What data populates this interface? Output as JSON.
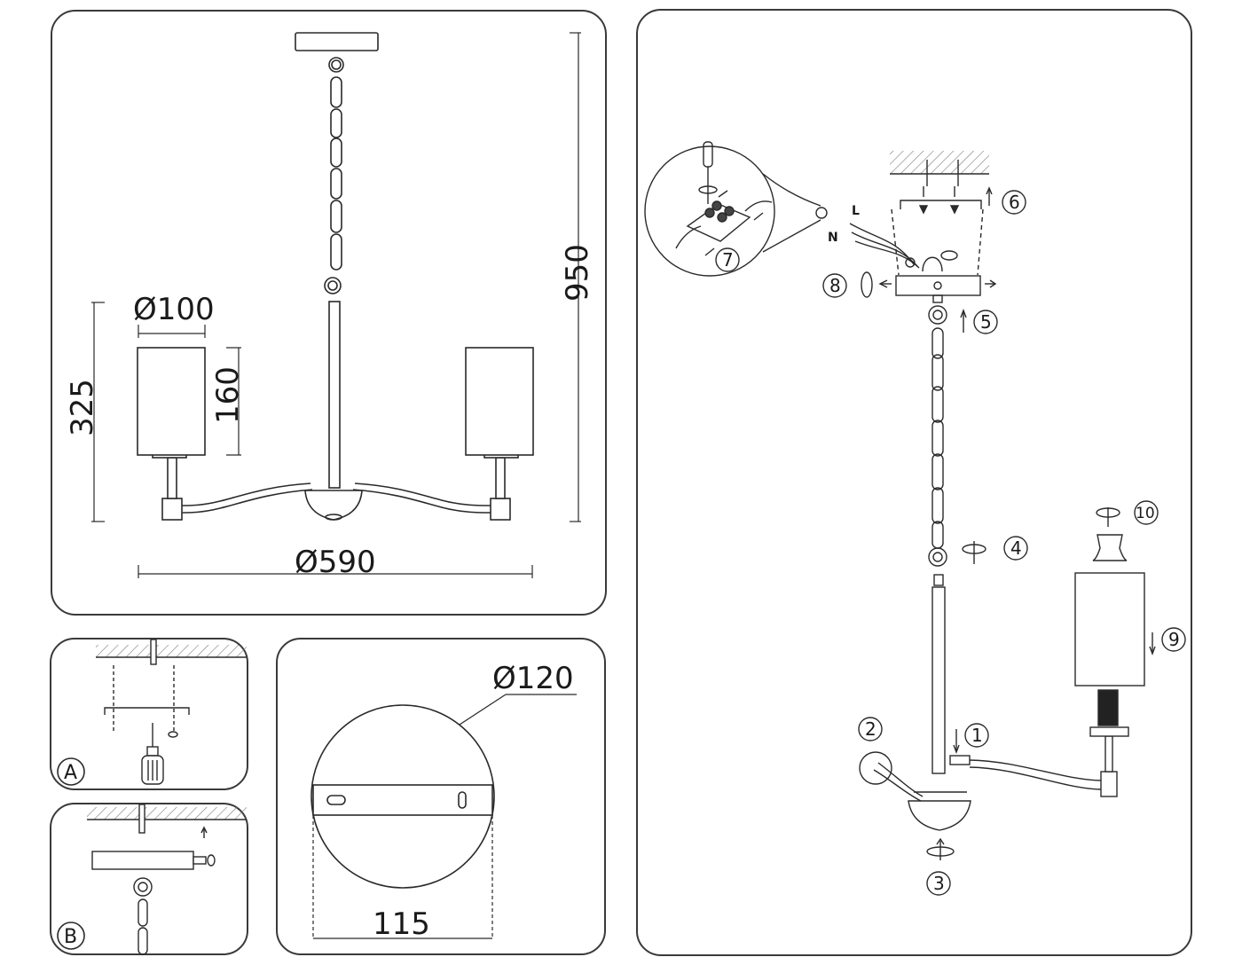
{
  "overall": {
    "dim_height": "950",
    "dim_shade_diameter": "Ø100",
    "dim_shade_height": "160",
    "dim_arm_height": "325",
    "dim_span": "Ø590"
  },
  "canopy": {
    "dim_diameter": "Ø120",
    "dim_plate_width": "115"
  },
  "mounting": {
    "label_a": "A",
    "label_b": "B"
  },
  "assembly": {
    "steps": [
      "1",
      "2",
      "3",
      "4",
      "5",
      "6",
      "7",
      "8",
      "9",
      "10"
    ],
    "wire_live": "L",
    "wire_neutral": "N"
  },
  "colors": {
    "line": "#2a2a2a",
    "hatch": "#7a7a7a"
  }
}
